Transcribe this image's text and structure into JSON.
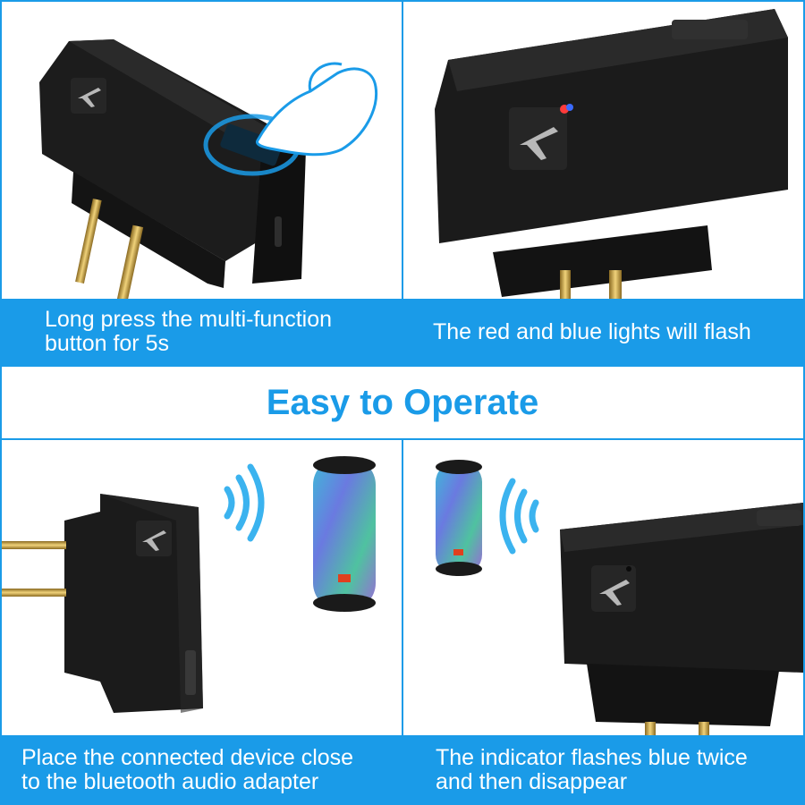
{
  "headline": "Easy to Operate",
  "colors": {
    "accent": "#1a9be8",
    "device_body": "#151515",
    "pin_gold": "#c9a44a",
    "wave": "#3bb3ef"
  },
  "panels": [
    {
      "id": "step-1",
      "caption": "Long press the multi-function\nbutton for 5s",
      "icons": [
        "adapter-device",
        "airplane-icon",
        "pointing-hand-icon"
      ]
    },
    {
      "id": "step-2",
      "caption": "The red and blue lights will flash",
      "icons": [
        "adapter-device",
        "airplane-icon",
        "indicator-light"
      ]
    },
    {
      "id": "step-3",
      "caption": "Place the connected device close\nto the bluetooth audio adapter",
      "icons": [
        "adapter-device",
        "airplane-icon",
        "signal-waves-icon",
        "speaker"
      ]
    },
    {
      "id": "step-4",
      "caption": "The indicator flashes blue twice\nand then disappear",
      "icons": [
        "adapter-device",
        "airplane-icon",
        "signal-waves-icon",
        "speaker"
      ]
    }
  ]
}
